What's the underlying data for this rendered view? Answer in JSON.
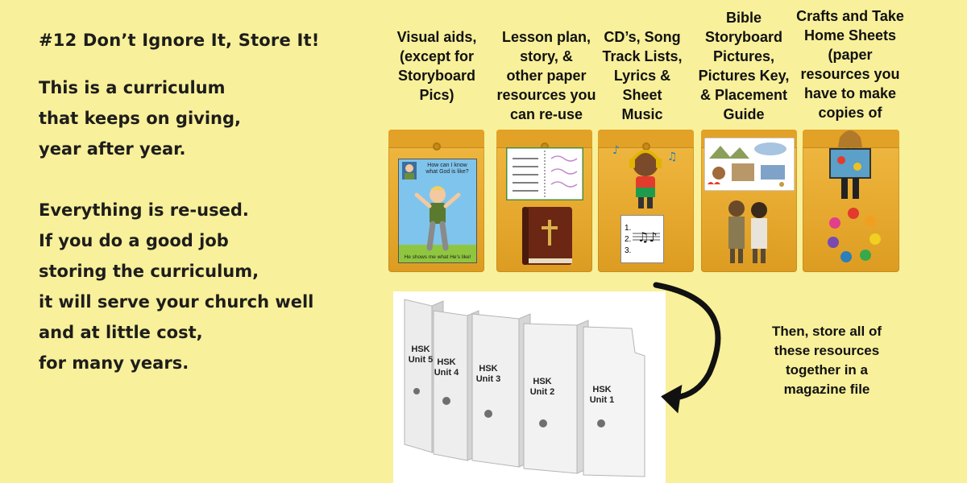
{
  "left": {
    "heading": "#12 Don’t Ignore It, Store It!",
    "para1": "This is a curriculum\nthat keeps on giving,\nyear after year.",
    "para2": "Everything is re-used.\nIf you do a good job\nstoring the curriculum,\nit will serve your church well\nand at little cost,\nfor many years."
  },
  "columns": [
    {
      "label": "Visual aids,\n(except for\nStoryboard\nPics)"
    },
    {
      "label": "Lesson plan,\nstory, &\nother paper\nresources you\ncan re-use"
    },
    {
      "label": "CD’s, Song\nTrack Lists,\nLyrics &\nSheet\nMusic"
    },
    {
      "label": "Bible\nStoryboard\nPictures,\nPictures Key,\n& Placement\nGuide"
    },
    {
      "label": "Crafts and Take\nHome Sheets\n(paper\nresources you\nhave to make\ncopies of"
    }
  ],
  "poster": {
    "question": "How can I know what God is like?",
    "answer": "He shows me what He’s like!"
  },
  "sheet_music_lines": [
    "1.",
    "2.",
    "3."
  ],
  "files": [
    {
      "label": "HSK\nUnit 5"
    },
    {
      "label": "HSK\nUnit 4"
    },
    {
      "label": "HSK\nUnit 3"
    },
    {
      "label": "HSK\nUnit 2"
    },
    {
      "label": "HSK\nUnit 1"
    }
  ],
  "note": "Then, store all of these resources together in a magazine file",
  "colors": {
    "background": "#f8f09a",
    "envelope": "#e6a82e",
    "file": "#f2f2f2",
    "arrow": "#111111"
  }
}
